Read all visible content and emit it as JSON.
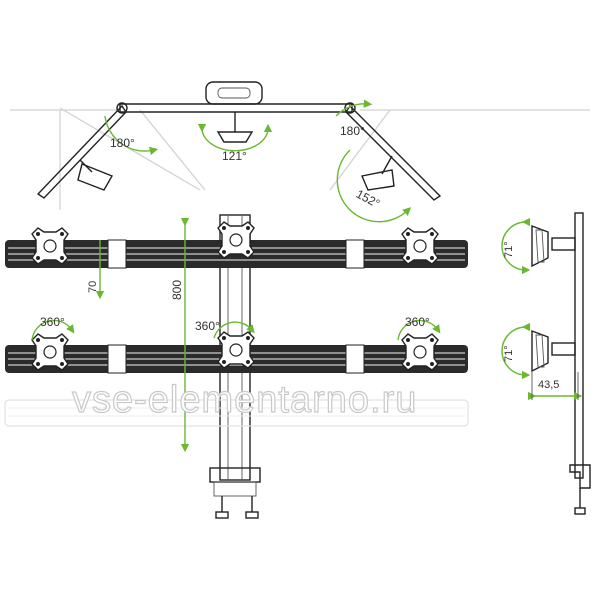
{
  "dimensions": {
    "top_left_angle": "180°",
    "top_center_angle": "121°",
    "top_right_angle": "180°",
    "top_right_tilt_angle": "152°",
    "bar_height": "70",
    "pole_height": "800",
    "rotation_left": "360°",
    "rotation_center": "360°",
    "rotation_right": "360°",
    "side_tilt_upper": "71°",
    "side_tilt_lower": "71°",
    "side_depth": "43,5"
  },
  "watermark": "vse-elementarno.ru",
  "colors": {
    "dimension_line": "#6ab82e",
    "bar": "#2b2b2b",
    "outline": "#222222"
  }
}
